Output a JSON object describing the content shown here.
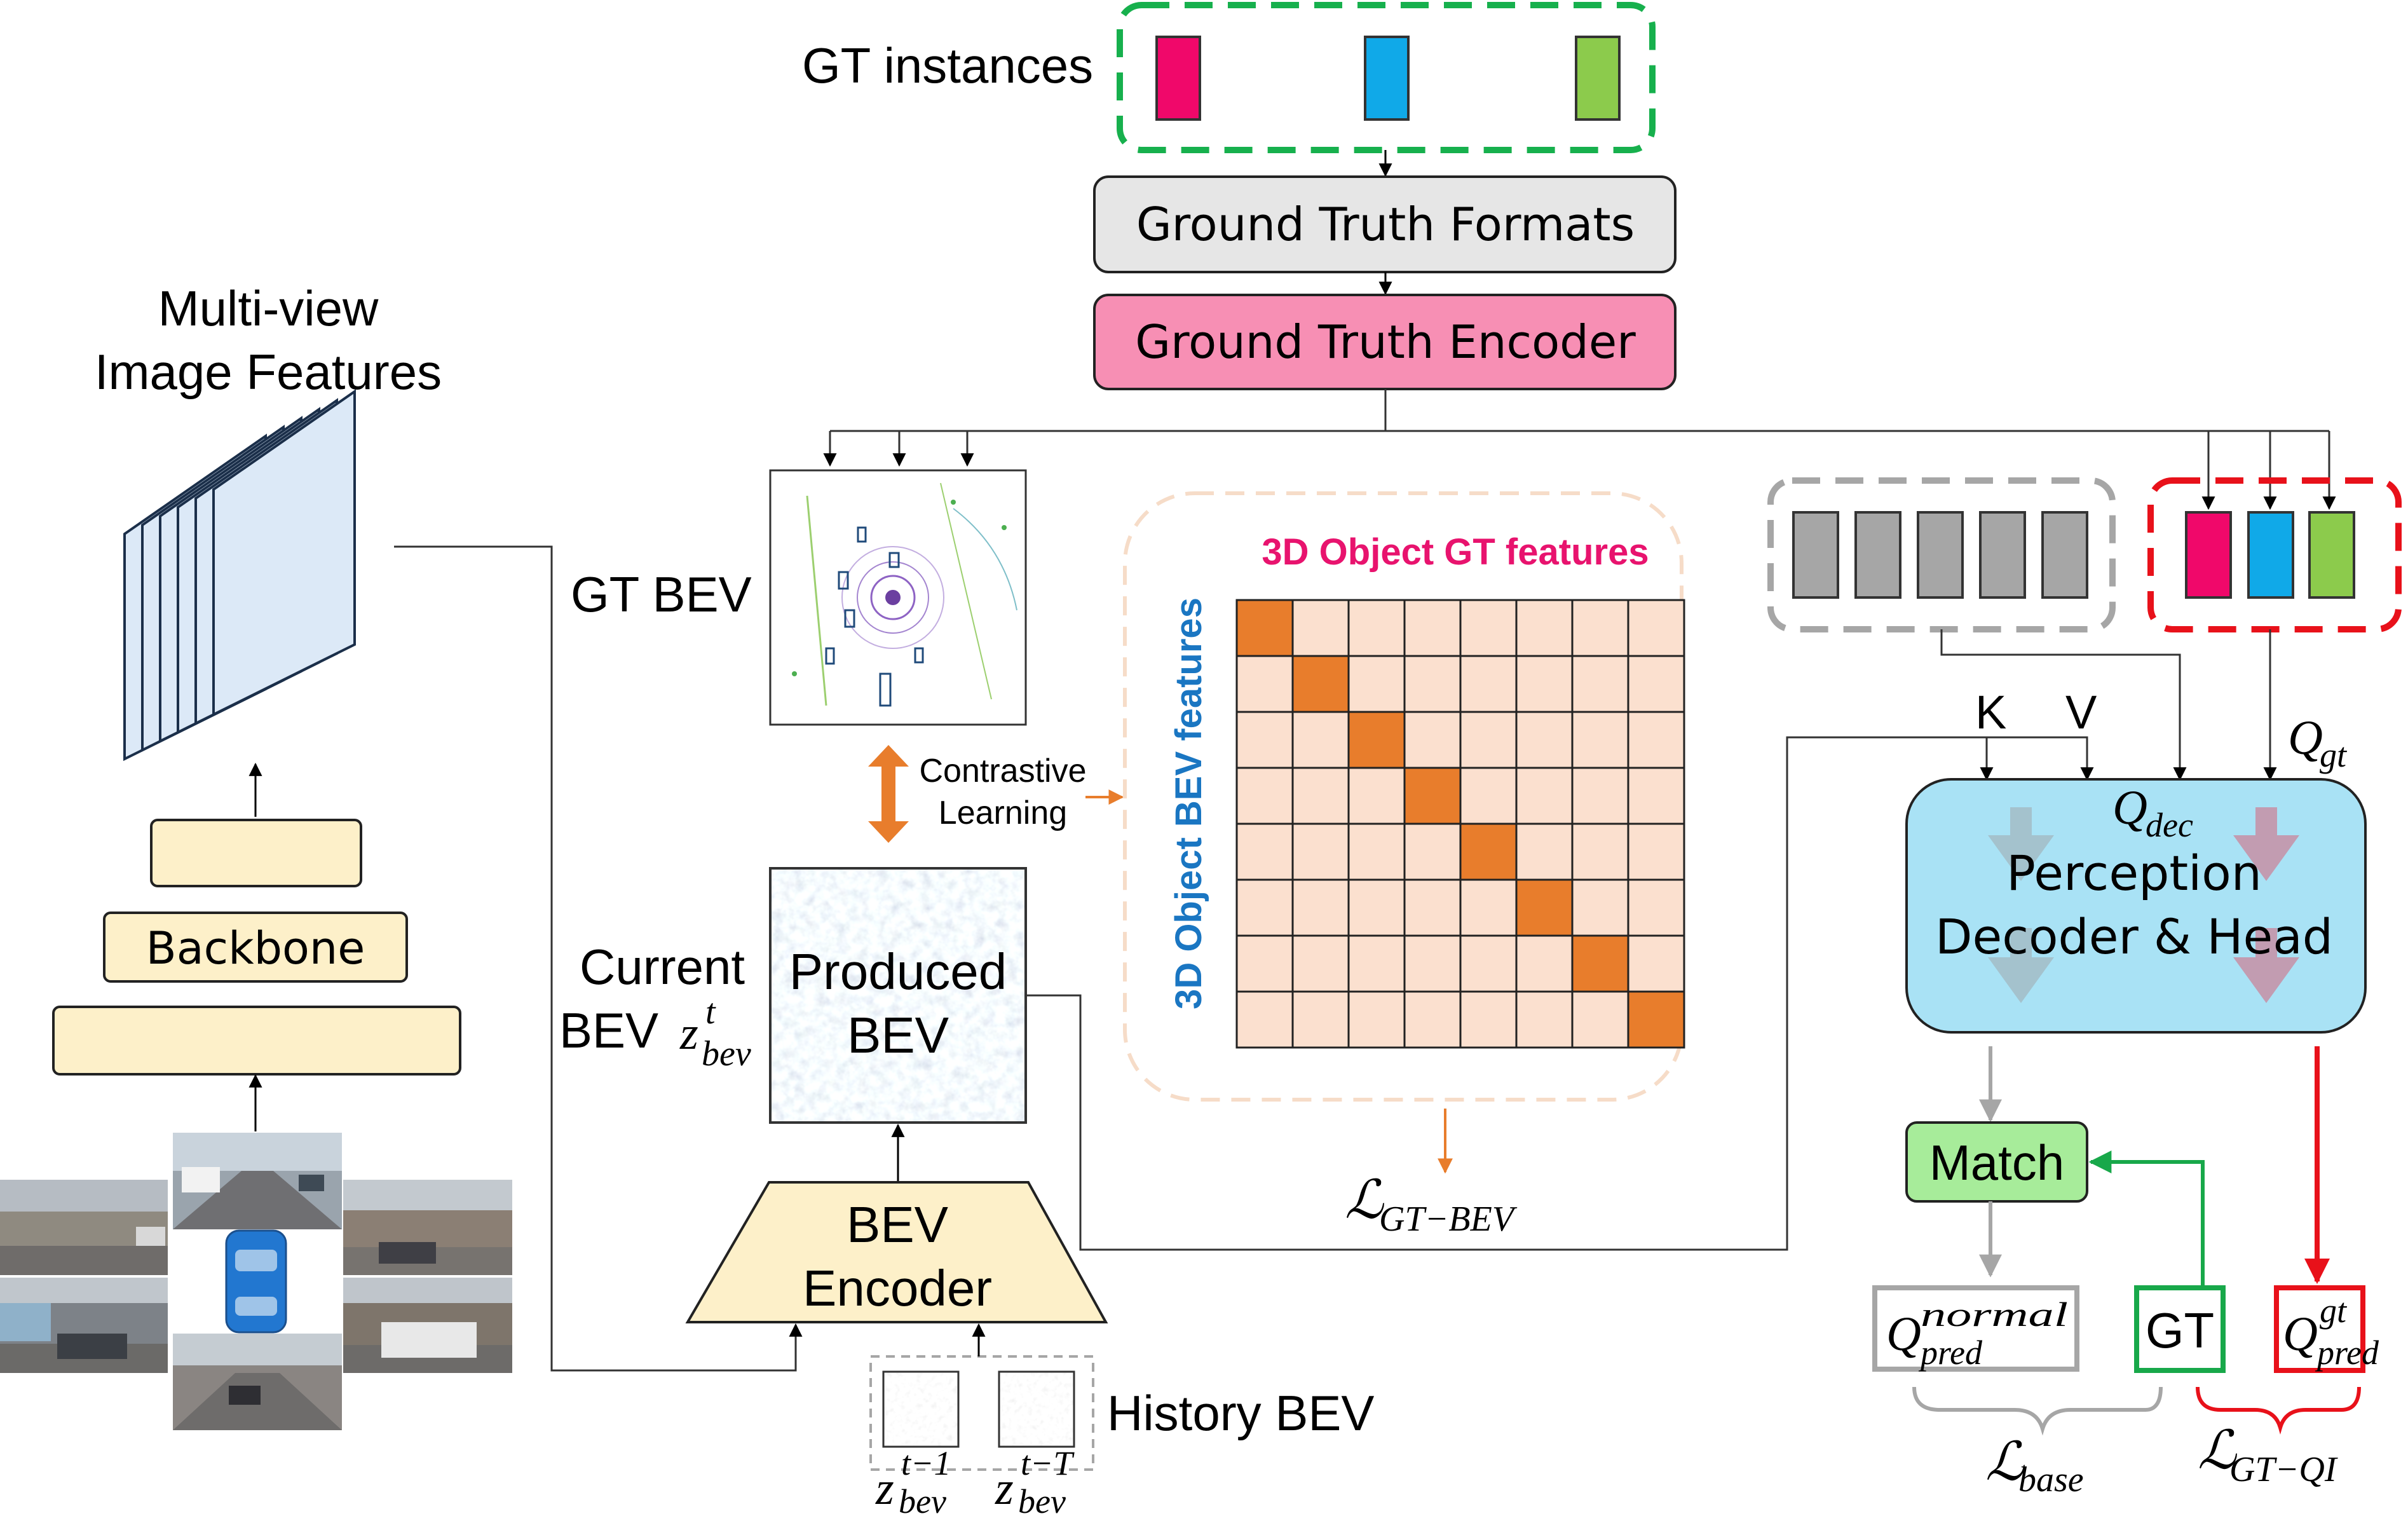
{
  "gt_instances": {
    "label": "GT instances",
    "colors": [
      "#f0086a",
      "#10a9e8",
      "#8ccb4c"
    ]
  },
  "gt_formats": {
    "label": "Ground Truth Formats",
    "color": "#e6e6e6"
  },
  "gt_encoder": {
    "label": "Ground Truth Encoder",
    "color": "#f78fb4"
  },
  "multiview": {
    "title_line1": "Multi-view",
    "title_line2": "Image Features",
    "plane_color": "#dce9f7"
  },
  "backbone": {
    "label": "Backbone",
    "color": "#fdf0c9"
  },
  "gt_bev": {
    "label": "GT BEV"
  },
  "contrastive": {
    "line1": "Contrastive",
    "line2": "Learning"
  },
  "current_bev": {
    "line1": "Current",
    "line2": "BEV",
    "symbol": "z",
    "superscript": "t",
    "subscript": "bev"
  },
  "produced_bev": {
    "line1": "Produced",
    "line2": "BEV"
  },
  "bev_encoder": {
    "line1": "BEV",
    "line2": "Encoder"
  },
  "history_bev": {
    "label": "History BEV",
    "z1_sup": "t−1",
    "z2_sup": "t−T",
    "sub": "bev",
    "symbol": "z"
  },
  "matrix": {
    "title": "3D Object GT features",
    "side_label": "3D Object BEV features",
    "size": 8,
    "diag_color": "#e87d2c",
    "cell_color": "#fbe0cf",
    "title_color": "#e8136e",
    "side_color": "#1a76c2"
  },
  "loss_gt_bev": {
    "symbol": "ℒ",
    "sub": "GT−BEV"
  },
  "decoder": {
    "line1": "Perception",
    "line2": "Decoder & Head",
    "k": "K",
    "v": "V",
    "q_dec_symbol": "Q",
    "q_dec_sub": "dec",
    "q_gt_symbol": "Q",
    "q_gt_sub": "gt",
    "color": "#a9e2f5"
  },
  "match": {
    "label": "Match",
    "color": "#a7ec9a"
  },
  "outputs": {
    "q_normal_symbol": "Q",
    "q_normal_sup": "normal",
    "q_normal_sub": "pred",
    "gt_label": "GT",
    "q_gt_symbol": "Q",
    "q_gt_sup": "gt",
    "q_gt_sub": "pred"
  },
  "loss_base": {
    "symbol": "ℒ",
    "sub": "base"
  },
  "loss_gt_qi": {
    "symbol": "ℒ",
    "sub": "GT−QI"
  },
  "colors": {
    "orange": "#e87d2c",
    "red": "#e8111a",
    "green": "#18a84a",
    "gray": "#a6a6a6",
    "dash_green": "#17b04d",
    "dash_red": "#e8111a",
    "dash_gray": "#a6a6a6",
    "dash_peach": "#f6dcc8"
  }
}
